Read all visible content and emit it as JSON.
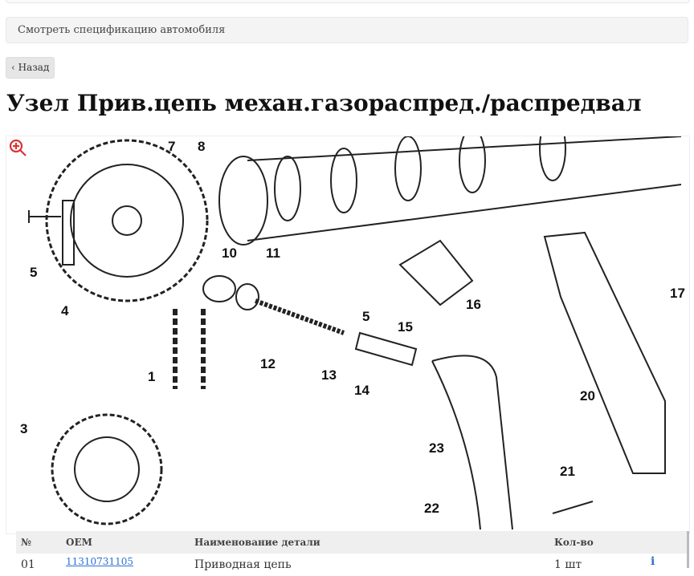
{
  "spec_link": "Смотреть спецификацию автомобиля",
  "back_button": {
    "icon": "chevron-left-icon",
    "label": "Назад"
  },
  "page_title": "Узел Прив.цепь механ.газораспред./распредвал",
  "diagram": {
    "zoom_icon": "zoom-in-icon",
    "callouts": [
      "1",
      "3",
      "4",
      "5",
      "7",
      "8",
      "10",
      "11",
      "12",
      "13",
      "14",
      "5",
      "15",
      "16",
      "17",
      "20",
      "21",
      "22",
      "23"
    ]
  },
  "table": {
    "headers": [
      "№",
      "OEM",
      "Наименование детали",
      "Кол-во"
    ],
    "rows": [
      {
        "no": "01",
        "oem": "11310731105",
        "name": "Приводная цепь",
        "qty": "1 шт",
        "info": "i"
      }
    ]
  }
}
